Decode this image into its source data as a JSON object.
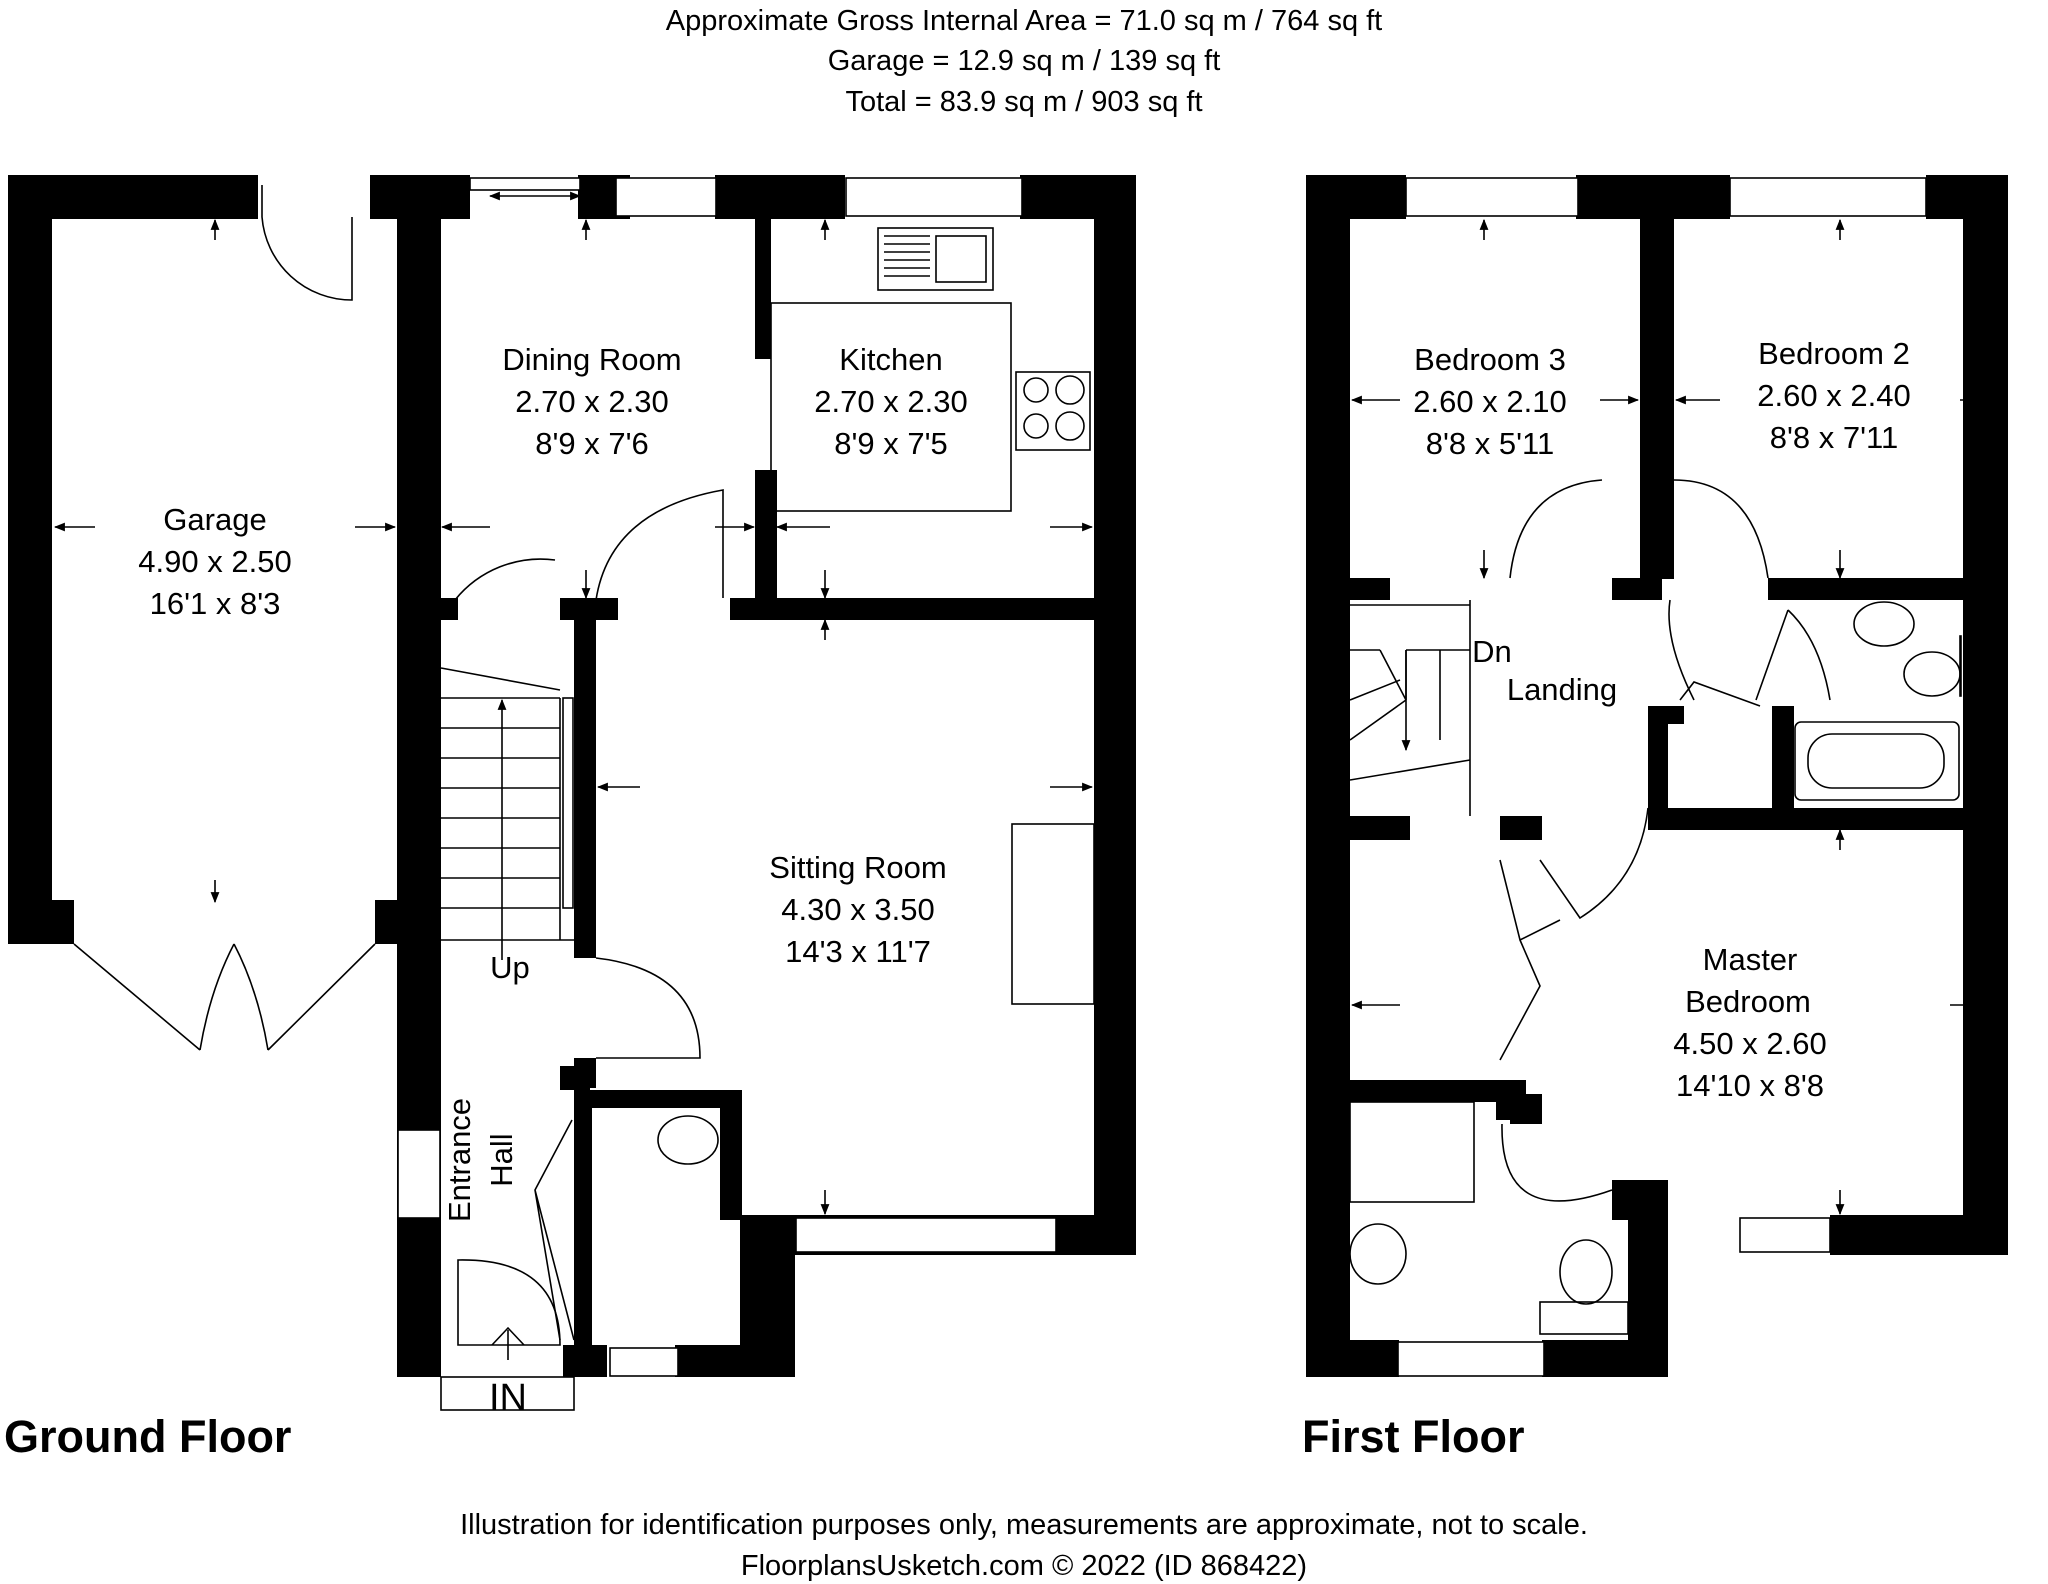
{
  "header": {
    "line1": "Approximate Gross Internal Area = 71.0 sq m / 764 sq ft",
    "line2": "Garage = 12.9 sq m / 139 sq ft",
    "line3": "Total = 83.9 sq m / 903 sq ft"
  },
  "floors": {
    "ground": "Ground Floor",
    "first": "First Floor"
  },
  "rooms": {
    "garage": {
      "name": "Garage",
      "metric": "4.90 x 2.50",
      "imperial": "16'1 x 8'3"
    },
    "dining": {
      "name": "Dining Room",
      "metric": "2.70 x 2.30",
      "imperial": "8'9 x 7'6"
    },
    "kitchen": {
      "name": "Kitchen",
      "metric": "2.70 x 2.30",
      "imperial": "8'9 x 7'5"
    },
    "sitting": {
      "name": "Sitting Room",
      "metric": "4.30 x 3.50",
      "imperial": "14'3 x 11'7"
    },
    "bedroom3": {
      "name": "Bedroom 3",
      "metric": "2.60 x 2.10",
      "imperial": "8'8 x 5'11"
    },
    "bedroom2": {
      "name": "Bedroom 2",
      "metric": "2.60 x 2.40",
      "imperial": "8'8 x 7'11"
    },
    "master": {
      "name1": "Master",
      "name2": "Bedroom",
      "metric": "4.50 x 2.60",
      "imperial": "14'10 x 8'8"
    }
  },
  "labels": {
    "landing": "Landing",
    "down": "Dn",
    "up": "Up",
    "entrance1": "Entrance",
    "entrance2": "Hall",
    "in": "IN"
  },
  "footer": {
    "line1": "Illustration for identification purposes only, measurements are approximate, not to scale.",
    "line2": "FloorplansUsketch.com © 2022 (ID 868422)"
  }
}
